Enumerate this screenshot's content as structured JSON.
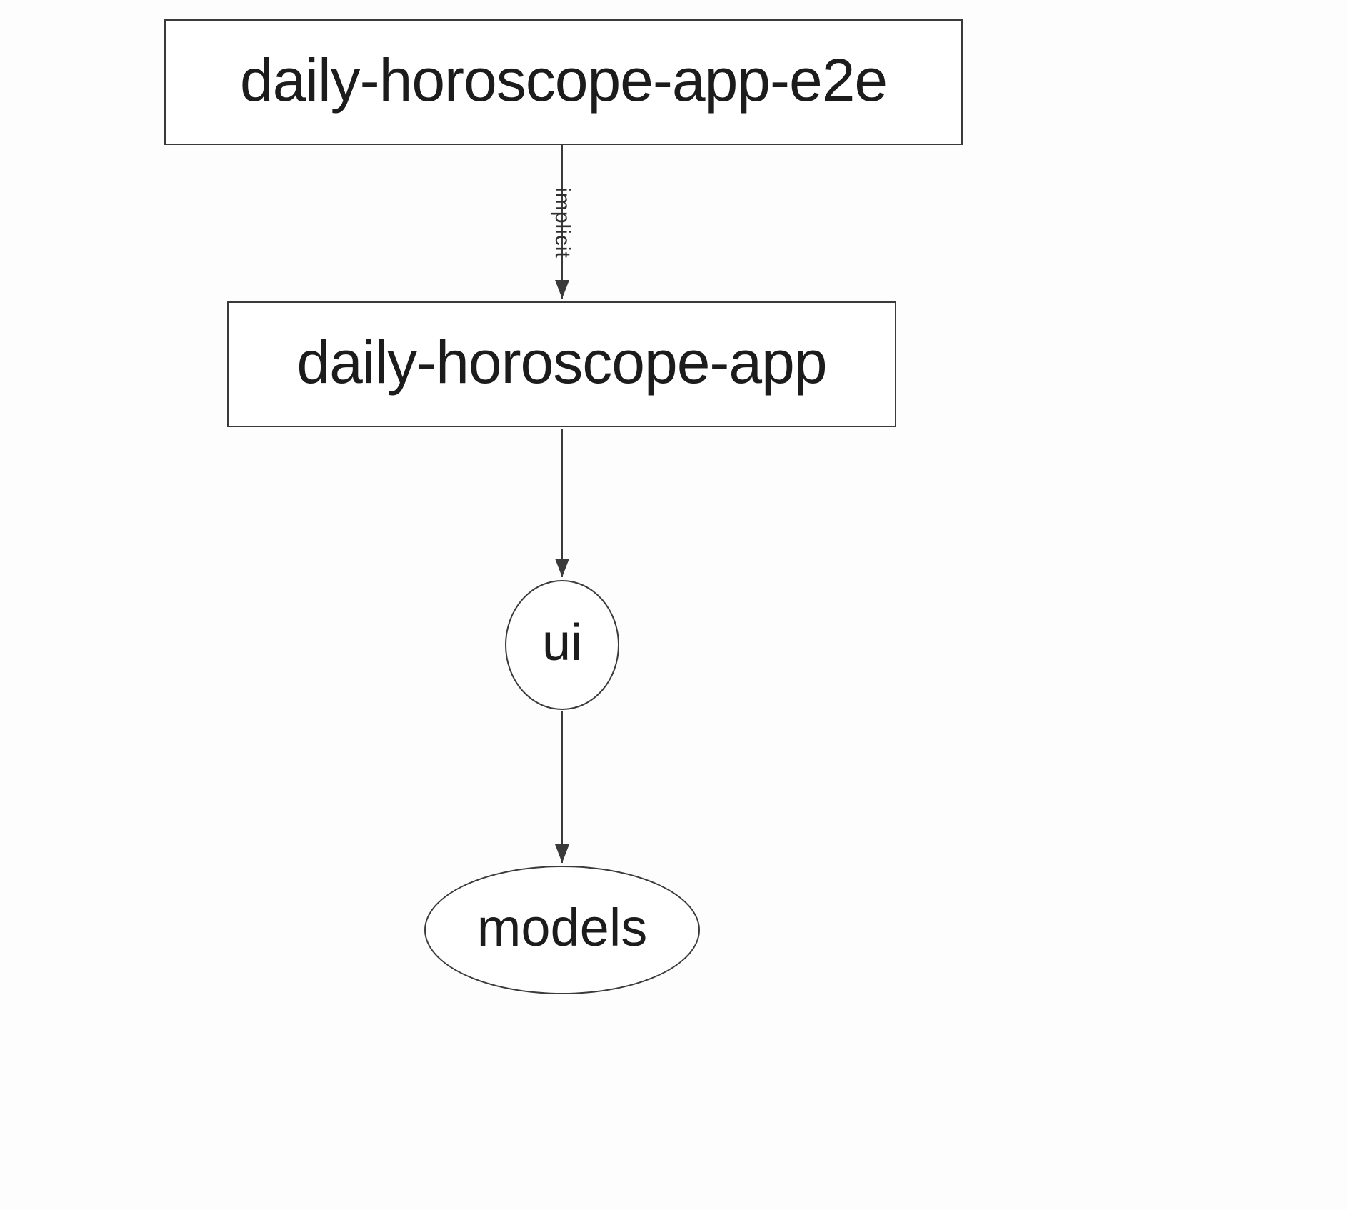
{
  "diagram": {
    "type": "dependency-graph",
    "background_color": "#fdfdfd",
    "stroke_color": "#3a3a3a",
    "text_color": "#1c1c1c",
    "nodes": [
      {
        "id": "daily-horoscope-app-e2e",
        "label": "daily-horoscope-app-e2e",
        "shape": "rect"
      },
      {
        "id": "daily-horoscope-app",
        "label": "daily-horoscope-app",
        "shape": "rect"
      },
      {
        "id": "ui",
        "label": "ui",
        "shape": "circle"
      },
      {
        "id": "models",
        "label": "models",
        "shape": "ellipse"
      }
    ],
    "edges": [
      {
        "from": "daily-horoscope-app-e2e",
        "to": "daily-horoscope-app",
        "label": "implicit"
      },
      {
        "from": "daily-horoscope-app",
        "to": "ui",
        "label": ""
      },
      {
        "from": "ui",
        "to": "models",
        "label": ""
      }
    ]
  }
}
